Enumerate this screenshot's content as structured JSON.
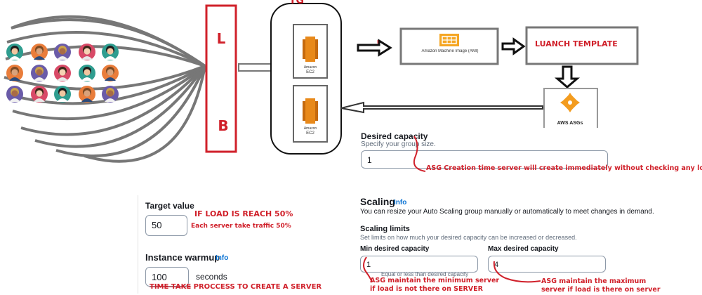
{
  "diagram": {
    "lb_top_letter": "L",
    "lb_bottom_letter": "B",
    "tg_label": "TG",
    "ec2_label_small": "Amazon",
    "ec2_label_main": "EC2",
    "ami_caption": "Amazon Machine Image (AMI)",
    "launch_template_label": "LUANCH TEMPLATE",
    "asg_label": "AWS ASGs",
    "colors": {
      "red": "#d0202a",
      "ec2_orange": "#e8891a",
      "asg_orange": "#f39c1f",
      "user_bg_1": "#2f9d8f",
      "user_bg_2": "#e97d3b",
      "user_bg_3": "#6a5ba8",
      "user_bg_4": "#d84a67"
    }
  },
  "desired": {
    "title": "Desired capacity",
    "subtitle": "Specify your group size.",
    "value": "1",
    "note": "ASG Creation time server will create immediately without checking any load"
  },
  "target": {
    "title": "Target value",
    "note": "IF LOAD IS REACH 50%",
    "value": "50",
    "traffic_note": "Each server take traffic 50%"
  },
  "warmup": {
    "title": "Instance warmup",
    "info": "Info",
    "value": "100",
    "unit": "seconds",
    "note_struck": "TIME TAKE",
    "note_rest": " PROCCESS TO CREATE A SERVER"
  },
  "scaling": {
    "title": "Scaling",
    "info": "Info",
    "description": "You can resize your Auto Scaling group manually or automatically to meet changes in demand.",
    "limits_title": "Scaling limits",
    "limits_desc": "Set limits on how much your desired capacity can be increased or decreased.",
    "min_label": "Min desired capacity",
    "min_value": "1",
    "min_hint": "Equal or less than desired capacity",
    "min_note_1": "ASG maintain the minimum server",
    "min_note_2": "if load is not there on SERVER",
    "max_label": "Max desired capacity",
    "max_value": "4",
    "max_note_1": "ASG maintain the maximum",
    "max_note_2": "server if load is there on server"
  }
}
